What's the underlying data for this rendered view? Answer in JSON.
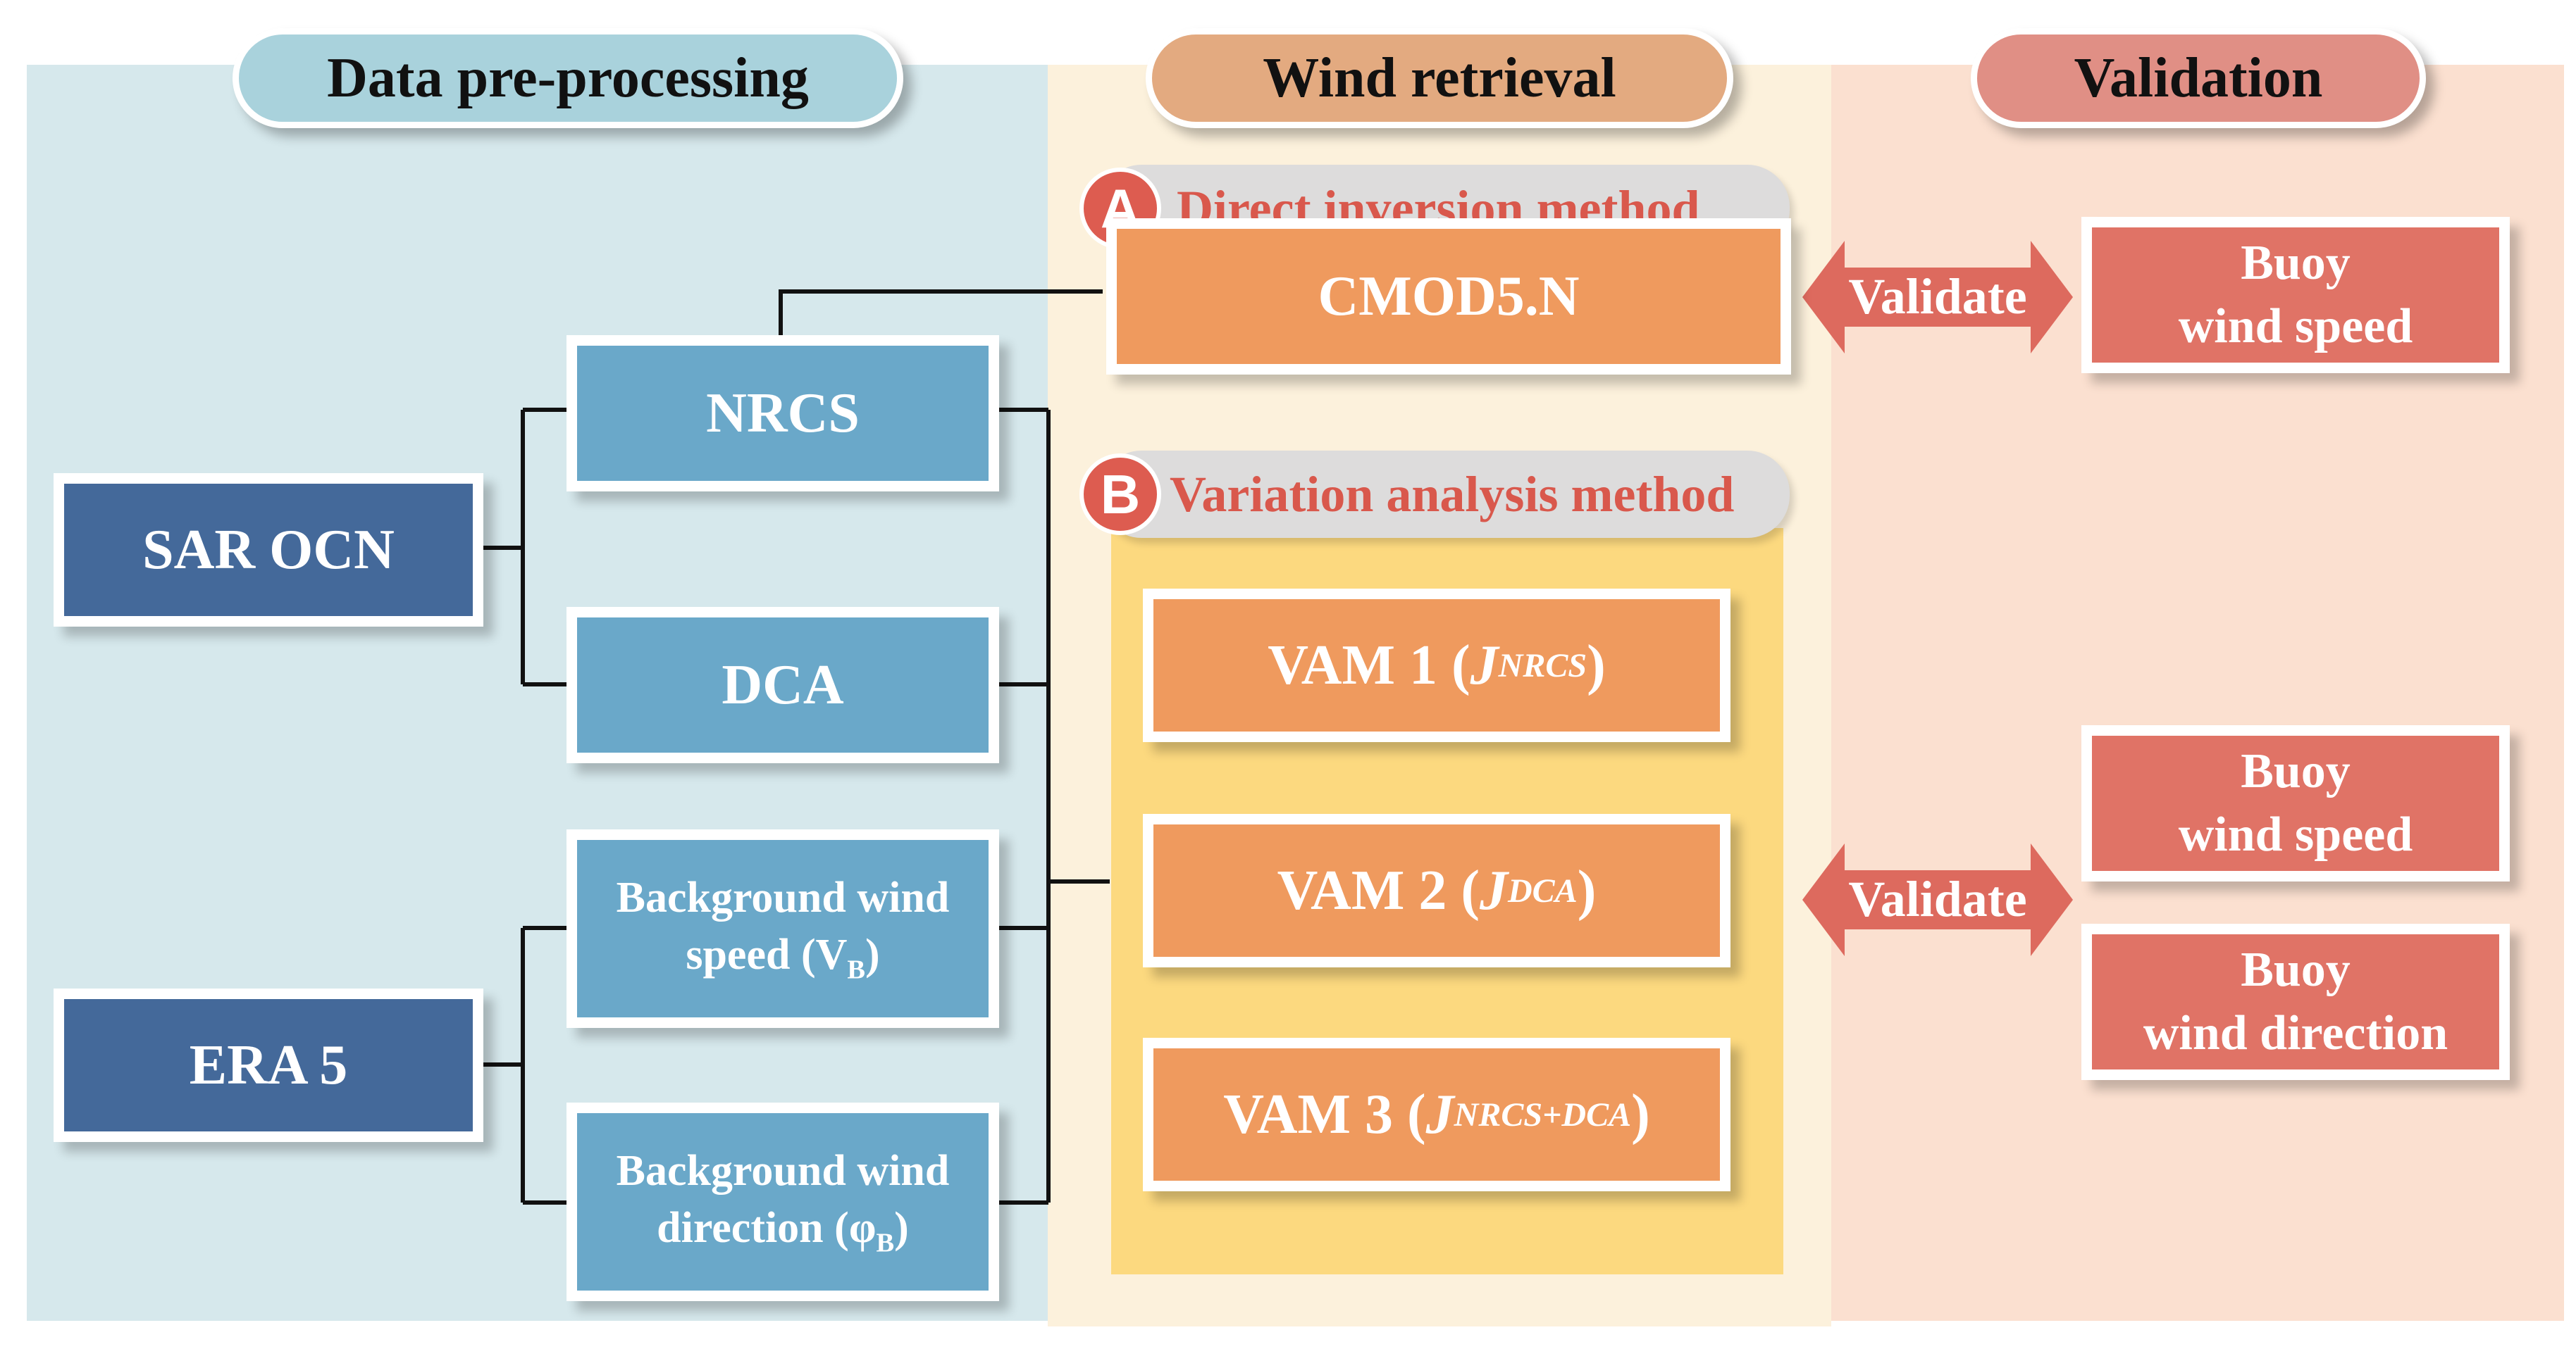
{
  "headers": {
    "preprocessing": "Data pre-processing",
    "retrieval": "Wind retrieval",
    "validation": "Validation"
  },
  "sources": {
    "sar": "SAR OCN",
    "era": "ERA 5"
  },
  "variables": {
    "nrcs": "NRCS",
    "dca": "DCA",
    "bg_speed_1": "Background wind",
    "bg_speed_2": "speed (V",
    "bg_speed_sub": "B",
    "bg_speed_end": ")",
    "bg_dir_1": "Background wind",
    "bg_dir_2": "direction (φ",
    "bg_dir_sub": "B",
    "bg_dir_end": ")"
  },
  "methods": {
    "a_badge": "A",
    "a_label": "Direct inversion method",
    "cmod": "CMOD5.N",
    "b_badge": "B",
    "b_label": "Variation analysis method",
    "vam1_prefix": "VAM 1 ( ",
    "vam1_j": "J",
    "vam1_sub": "NRCS",
    "vam1_suffix": " )",
    "vam2_prefix": "VAM 2 ( ",
    "vam2_j": "J",
    "vam2_sub": "DCA",
    "vam2_suffix": " )",
    "vam3_prefix": "VAM 3 ( ",
    "vam3_j": "J",
    "vam3_sub": "NRCS+DCA",
    "vam3_suffix": " )"
  },
  "validation": {
    "validate_1": "Validate",
    "validate_2": "Validate",
    "buoy_speed_a_1": "Buoy",
    "buoy_speed_a_2": "wind speed",
    "buoy_speed_b_1": "Buoy",
    "buoy_speed_b_2": "wind speed",
    "buoy_dir_1": "Buoy",
    "buoy_dir_2": "wind direction"
  },
  "colors": {
    "panel_preprocessing": "#d6e8ec",
    "panel_retrieval": "#fcf1dc",
    "panel_validation": "#fbe0d0",
    "source_box": "#44699a",
    "variable_box": "#6aa8c9",
    "method_box": "#ef9a5e",
    "buoy_box": "#e07366",
    "arrow": "#dd6a5e"
  }
}
